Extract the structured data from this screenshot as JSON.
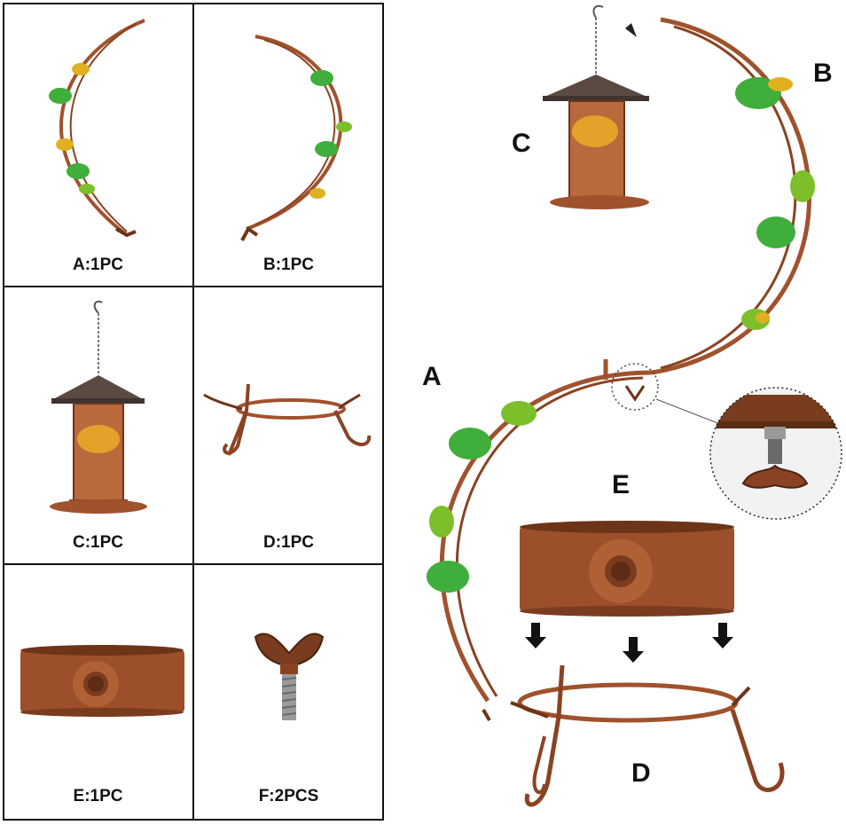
{
  "parts": [
    {
      "key": "A",
      "label": "A:1PC"
    },
    {
      "key": "B",
      "label": "B:1PC"
    },
    {
      "key": "C",
      "label": "C:1PC"
    },
    {
      "key": "D",
      "label": "D:1PC"
    },
    {
      "key": "E",
      "label": "E:1PC"
    },
    {
      "key": "F",
      "label": "F:2PCS"
    }
  ],
  "assembly_letters": {
    "a": "A",
    "b": "B",
    "c": "C",
    "d": "D",
    "e": "E"
  },
  "icons": {
    "crescent": "crescent-hanger-icon",
    "feeder": "bird-feeder-icon",
    "stand": "ring-stand-icon",
    "bath": "sunflower-bowl-icon",
    "bolt": "wing-bolt-icon",
    "arrow": "arrow-down-icon"
  },
  "colors": {
    "copper": "#a0522d",
    "copper_dark": "#6e3418",
    "copper_light": "#c9784a",
    "leaf": "#7cbf2a",
    "leaf_yellow": "#e0b020",
    "bird": "#3fae3a",
    "grid": "#111111"
  }
}
